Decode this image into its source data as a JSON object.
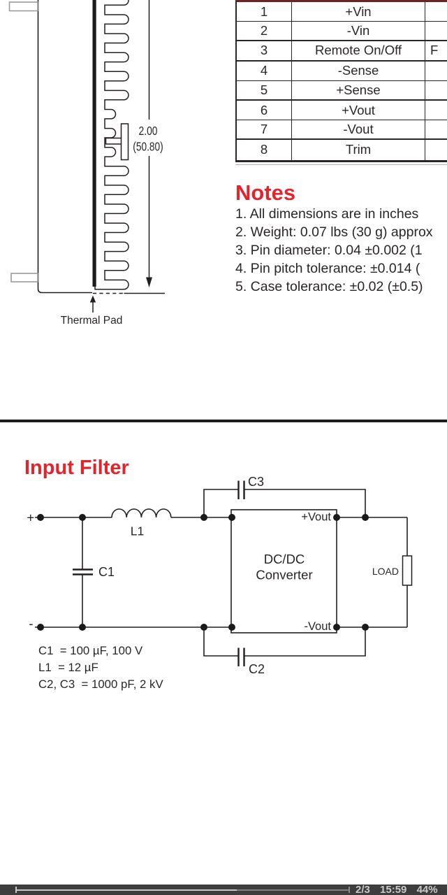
{
  "pin_table": {
    "rows": [
      {
        "pin": "1",
        "name": "+Vin",
        "extra": ""
      },
      {
        "pin": "2",
        "name": "-Vin",
        "extra": ""
      },
      {
        "pin": "3",
        "name": "Remote On/Off",
        "extra": "F"
      },
      {
        "pin": "4",
        "name": "-Sense",
        "extra": ""
      },
      {
        "pin": "5",
        "name": "+Sense",
        "extra": ""
      },
      {
        "pin": "6",
        "name": "+Vout",
        "extra": ""
      },
      {
        "pin": "7",
        "name": "-Vout",
        "extra": ""
      },
      {
        "pin": "8",
        "name": "Trim",
        "extra": ""
      }
    ]
  },
  "mechanical_drawing": {
    "dimension_value": "2.00",
    "dimension_mm": "(50.80)",
    "thermal_pad_label": "Thermal Pad"
  },
  "notes": {
    "title": "Notes",
    "items": [
      "1. All dimensions are in inches",
      "2. Weight: 0.07 lbs (30 g) approx",
      "3. Pin diameter: 0.04 ±0.002 (1",
      "4. Pin pitch tolerance: ±0.014 (",
      "5. Case tolerance: ±0.02 (±0.5)"
    ]
  },
  "input_filter": {
    "title": "Input Filter",
    "labels": {
      "plus": "+",
      "minus": "-",
      "l1": "L1",
      "c1": "C1",
      "c2": "C2",
      "c3": "C3",
      "box_line1": "DC/DC",
      "box_line2": "Converter",
      "vout_pos": "+Vout",
      "vout_neg": "-Vout",
      "load": "LOAD"
    },
    "legend": [
      "C1  = 100 µF, 100 V",
      "L1  = 12 µF",
      "C2, C3  = 1000 pF, 2 kV"
    ]
  },
  "status_bar": {
    "page_indicator": "2/3",
    "time": "15:59",
    "battery": "44%"
  }
}
